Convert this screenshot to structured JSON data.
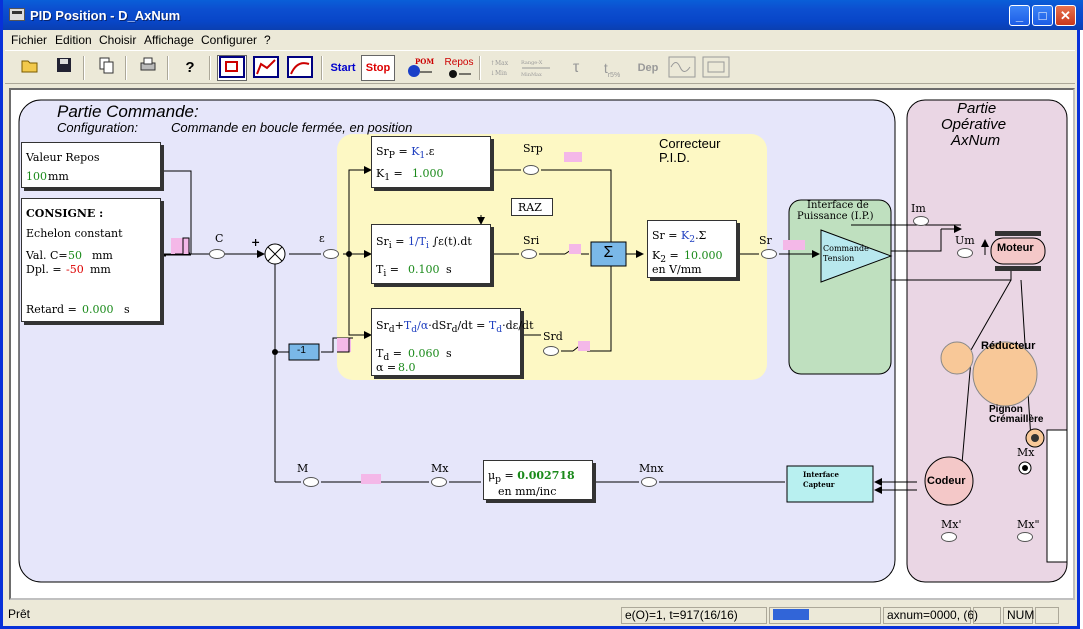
{
  "window": {
    "title": "PID Position - D_AxNum"
  },
  "menu": [
    "Fichier",
    "Edition",
    "Choisir",
    "Affichage",
    "Configurer",
    "?"
  ],
  "toolbar": {
    "start": "Start",
    "stop": "Stop",
    "repos": "Repos"
  },
  "diagram": {
    "commande_title": "Partie Commande:",
    "config_label": "Configuration:",
    "config_text": "Commande en boucle fermée, en position",
    "operative_title_1": "Partie",
    "operative_title_2": "Opérative",
    "operative_title_3": "AxNum",
    "correcteur_1": "Correcteur",
    "correcteur_2": "P.I.D.",
    "valeur_repos_label": "Valeur Repos",
    "valeur_repos_value": "100",
    "valeur_repos_unit": "mm",
    "consigne_title": "CONSIGNE :",
    "consigne_type": "Echelon constant",
    "val_c_label": "Val. C=",
    "val_c_value": "50",
    "val_c_unit": "mm",
    "dpl_label": "Dpl. =",
    "dpl_value": "-50",
    "dpl_unit": "mm",
    "retard_label": "Retard =",
    "retard_value": "0.000",
    "retard_unit": "s",
    "k1_value": "1.000",
    "ti_value": "0.100",
    "ti_unit": "s",
    "td_value": "0.060",
    "td_unit": "s",
    "alpha_value": "8.0",
    "k2_value": "10.000",
    "k2_unit": "en V/mm",
    "mu_value": "0.002718",
    "mu_unit": "en mm/inc",
    "raz": "RAZ",
    "minus_one": "-1",
    "interface_puissance_1": "Interface de",
    "interface_puissance_2": "Puissance (I.P.)",
    "commande_tension_1": "Commande",
    "commande_tension_2": "Tension",
    "interface_capteur_1": "Interface",
    "interface_capteur_2": "Capteur",
    "moteur": "Moteur",
    "reducteur": "Réducteur",
    "pignon_1": "Pignon",
    "pignon_2": "Crémaillère",
    "codeur": "Codeur",
    "node_labels": {
      "c": "C",
      "eps": "ε",
      "srp": "Srp",
      "sri": "Sri",
      "srd": "Srd",
      "sr": "Sr",
      "m": "M",
      "mx": "Mx",
      "mnx": "Mnx",
      "im": "Im",
      "um": "Um",
      "mx_right": "Mx",
      "mx_prime": "Mx'",
      "mx_second": "Mx\""
    },
    "plus_sign": "+"
  },
  "status": {
    "left": "Prêt",
    "time": "e(O)=1, t=917(16/16)",
    "axnum": "axnum=0000, (6)",
    "num": "NUM"
  }
}
